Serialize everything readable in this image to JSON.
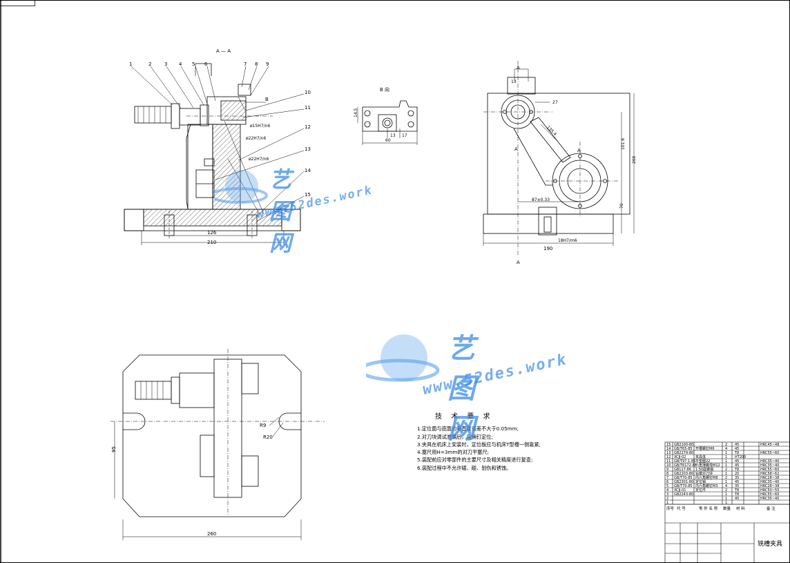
{
  "section_title": "A — A",
  "view_b_title": "B 向",
  "part_callouts": [
    "1",
    "2",
    "3",
    "4",
    "5",
    "6",
    "7",
    "8",
    "9",
    "10",
    "11",
    "12",
    "13",
    "14",
    "15"
  ],
  "labels": {
    "b_marker": "B",
    "a_marker": "A",
    "fit_15": "ø15H7/n6",
    "fit_22a": "ø22H7/n6",
    "fit_22b": "ø22H7/n6",
    "fit_18": "18H7/m6"
  },
  "dims": {
    "front_126": "126",
    "front_210": "210",
    "b_14_5": "14.5",
    "b_60": "60",
    "b_13": "13",
    "b_17": "17",
    "side_27": "27",
    "side_13": "13",
    "side_135": "135.4",
    "side_1016": "101.6",
    "side_200": "200",
    "side_70": "70",
    "side_87": "87±0.33",
    "side_190": "190",
    "plan_95": "95",
    "plan_260": "260",
    "plan_r9": "R9",
    "plan_r20": "R20"
  },
  "tech": {
    "title": "技 术 要 求",
    "items": [
      "1.定位面与底面的垂直度误差不大于0.05mm;",
      "2.对刀块调试准确后，用销钉定位;",
      "3.夹具在机床上安装时，定位板应与机床T型槽一侧靠紧;",
      "4.塞尺用H=3mm的对刀平塞尺;",
      "5.装配前应对零部件的主要尺寸及相关精度进行复查;",
      "6.装配过程中不允许磕、碰、划伤和锈蚀。"
    ]
  },
  "bom": {
    "rows": [
      {
        "no": "15",
        "code": "GB2100-80",
        "qty": "2",
        "mat": "45",
        "note": "HRC45~48"
      },
      {
        "no": "14",
        "code": "GB/T65-85",
        "name": "开槽螺钉M6",
        "qty": "4",
        "mat": "45",
        "note": ""
      },
      {
        "no": "13",
        "code": "GB2279-80",
        "name": "",
        "qty": "1",
        "mat": "T8",
        "note": "HRC55~60"
      },
      {
        "no": "12",
        "code": "XCJJ-02",
        "name": "夹具体",
        "qty": "1",
        "mat": "HT200",
        "note": ""
      },
      {
        "no": "11",
        "code": "GB/T97.1-85",
        "name": "平垫圈22",
        "qty": "1",
        "mat": "45",
        "note": "HRC35~40"
      },
      {
        "no": "10",
        "code": "GB/T6172-86",
        "name": "六角薄螺母M12",
        "qty": "1",
        "mat": "45",
        "note": "HRC35~40"
      },
      {
        "no": "9",
        "code": "GB117-86",
        "name": "1:50圆锥销",
        "qty": "2",
        "mat": "T8",
        "note": "HRC55~60"
      },
      {
        "no": "8",
        "code": "GB2203-80",
        "name": "钻模对刀块",
        "qty": "1",
        "mat": "20",
        "note": "HRC58~62"
      },
      {
        "no": "7",
        "code": "GB/T70-85",
        "name": "内六角螺钉M8",
        "qty": "2",
        "mat": "35",
        "note": "HRC28~38"
      },
      {
        "no": "6",
        "code": "GB2301-80",
        "name": "定位销",
        "qty": "1",
        "mat": "45",
        "note": "HRC35~40"
      },
      {
        "no": "5",
        "code": "GB/T70-85",
        "name": "内六角螺钉M3",
        "qty": "4",
        "mat": "35",
        "note": "HRC28~38"
      },
      {
        "no": "4",
        "code": "XCJJ-01",
        "name": "定位件",
        "qty": "2",
        "mat": "T8",
        "note": "HRC50~55"
      },
      {
        "no": "3",
        "code": "GB2243-80",
        "name": "",
        "qty": "1",
        "mat": "T8",
        "note": "HRC55~60"
      },
      {
        "no": "2",
        "code": "",
        "name": "",
        "qty": "1",
        "mat": "45",
        "note": "HRC35~40"
      },
      {
        "no": "1",
        "code": "",
        "name": "",
        "qty": "1",
        "mat": "",
        "note": ""
      }
    ],
    "header": {
      "no": "序号",
      "code": "代 号",
      "name": "零 件 名 称",
      "qty": "数量",
      "mat": "材 料",
      "note": "备 注"
    }
  },
  "title_block": {
    "drawing_name": "铣槽夹具"
  },
  "watermark": {
    "brand": "艺图网",
    "url": "www.52des.work",
    "color": "#3c8ce6"
  }
}
